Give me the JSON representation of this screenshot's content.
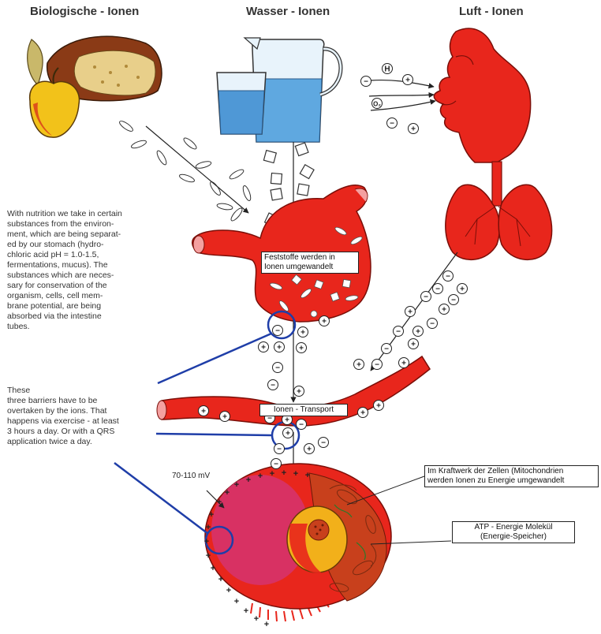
{
  "headers": {
    "bio": "Biologische - Ionen",
    "water": "Wasser - Ionen",
    "air": "Luft - Ionen"
  },
  "left_texts": {
    "nutrition_lines": [
      "With nutrition we take in certain",
      "substances from the environ-",
      "ment, which are being separat-",
      "ed by our stomach (hydro-",
      "chloric acid pH = 1.0-1.5,",
      "fermentations, mucus). The",
      "substances which are neces-",
      "sary for conservation of the",
      "organism, cells, cell mem-",
      "brane potential, are being",
      "absorbed via the intestine",
      "tubes."
    ],
    "barriers_lines": [
      "These",
      "three barriers have to be",
      "overtaken by the ions. That",
      "happens via exercise - at least",
      "3 hours a day. Or with a QRS",
      "application twice a day."
    ]
  },
  "boxes": {
    "stomach_lines": [
      "Feststoffe werden in",
      "Ionen umgewandelt"
    ],
    "transport": "Ionen - Transport",
    "mito_lines": [
      "Im Kraftwerk der Zellen (Mitochondrien",
      "werden Ionen zu Energie umgewandelt"
    ],
    "atp_lines": [
      "ATP - Energie Molekül",
      "(Energie-Speicher)"
    ]
  },
  "labels": {
    "voltage": "70-110 mV",
    "ion_h": "H",
    "ion_o2": "O₂",
    "plus": "+",
    "minus": "−"
  },
  "colors": {
    "organ_red": "#e8261c",
    "organ_dark": "#b0150e",
    "cell_pink": "#d6336b",
    "highlight_blue": "#1f3ea8",
    "water_blue": "#5fa8e0",
    "bread_brown": "#8a3a16",
    "apple_yellow": "#f2c21a",
    "leaf_green": "#b9a54a"
  }
}
